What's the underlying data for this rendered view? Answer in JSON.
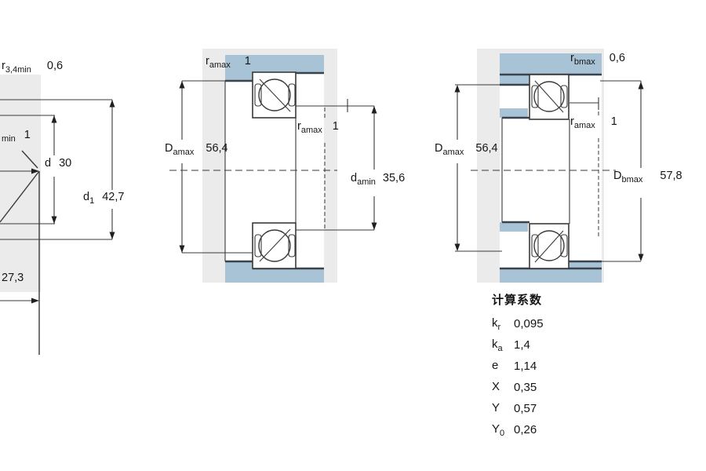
{
  "diagrams": {
    "left": {
      "labels": {
        "r34min": {
          "base": "r",
          "sub": "3,4min",
          "value": "0,6"
        },
        "rmin": {
          "sub": "min",
          "value": "1"
        },
        "d": {
          "base": "d",
          "value": "30"
        },
        "d1": {
          "base": "d",
          "sub": "1",
          "value": "42,7"
        },
        "a": {
          "value": "27,3"
        }
      }
    },
    "middle": {
      "labels": {
        "ramax_top": {
          "base": "r",
          "sub": "amax",
          "value": "1"
        },
        "Damax": {
          "base": "D",
          "sub": "amax",
          "value": "56,4"
        },
        "ramax_right": {
          "base": "r",
          "sub": "amax",
          "value": "1"
        },
        "damin": {
          "base": "d",
          "sub": "amin",
          "value": "35,6"
        }
      }
    },
    "right": {
      "labels": {
        "rbmax": {
          "base": "r",
          "sub": "bmax",
          "value": "0,6"
        },
        "Damax": {
          "base": "D",
          "sub": "amax",
          "value": "56,4"
        },
        "ramax": {
          "base": "r",
          "sub": "amax",
          "value": "1"
        },
        "Dbmax": {
          "base": "D",
          "sub": "bmax",
          "value": "57,8"
        }
      }
    }
  },
  "factors": {
    "heading": "计算系数",
    "rows": [
      {
        "base": "k",
        "sub": "r",
        "value": "0,095"
      },
      {
        "base": "k",
        "sub": "a",
        "value": "1,4"
      },
      {
        "base": "e",
        "value": "1,14"
      },
      {
        "base": "X",
        "value": "0,35"
      },
      {
        "base": "Y",
        "value": "0,57"
      },
      {
        "base": "Y",
        "sub": "0",
        "value": "0,26"
      }
    ]
  },
  "colors": {
    "shading_blue": "#a8c3d6",
    "background_gray": "#ebebeb",
    "drawing_line": "#3a3a3a"
  }
}
